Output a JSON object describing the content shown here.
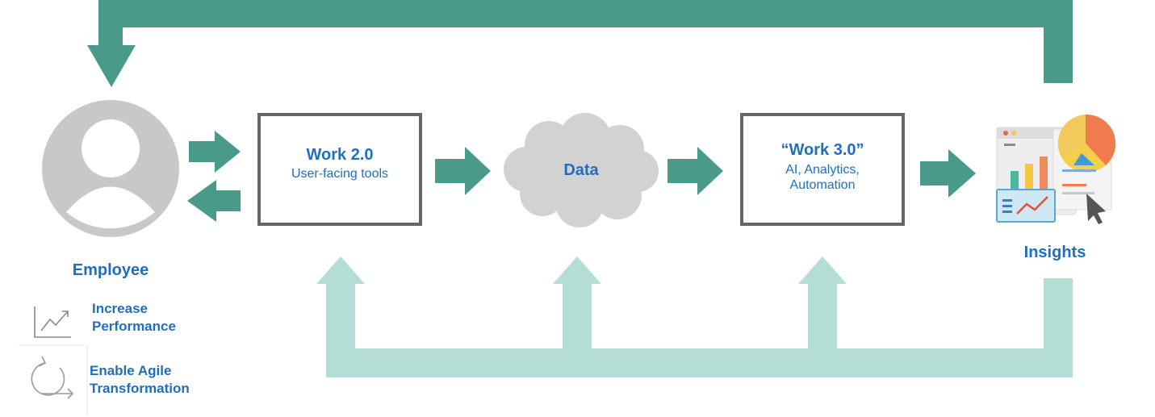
{
  "employee": {
    "label": "Employee"
  },
  "work2": {
    "title": "Work 2.0",
    "subtitle": "User-facing tools"
  },
  "data_node": {
    "label": "Data"
  },
  "work3": {
    "title": "“Work 3.0”",
    "lines": [
      "AI, Analytics,",
      "Automation"
    ]
  },
  "insights": {
    "label": "Insights"
  },
  "benefits": [
    {
      "icon": "trend-chart-icon",
      "lines": [
        "Increase",
        "Performance"
      ]
    },
    {
      "icon": "cycle-arrows-icon",
      "lines": [
        "Enable Agile",
        "Transformation"
      ]
    }
  ],
  "colors": {
    "arrow_dark": "#4a9a8c",
    "arrow_light": "#b3ddd5",
    "accent_text": "#1f6fbf",
    "box_border": "#666666",
    "icon_gray": "#c8c8c8"
  }
}
